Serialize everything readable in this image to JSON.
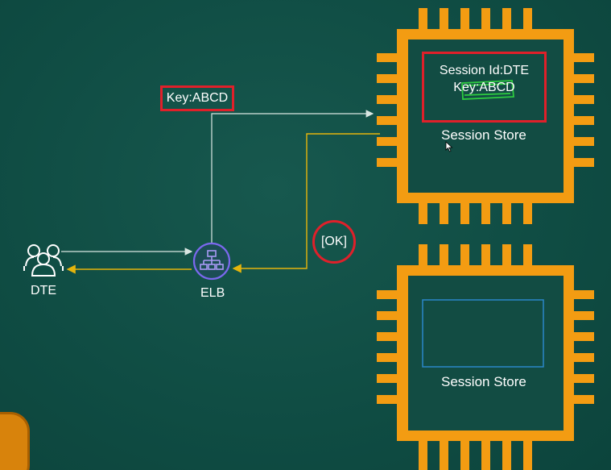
{
  "diagram": {
    "users_label": "DTE",
    "elb_label": "ELB",
    "key_label": "Key:ABCD",
    "ok_label": "[OK]",
    "store_top": {
      "session_line": "Session Id:DTE",
      "key_line": "Key:ABCD",
      "label": "Session Store"
    },
    "store_bottom": {
      "label": "Session Store"
    }
  },
  "colors": {
    "background": "#0f4f45",
    "chip": "#f39c12",
    "highlight": "#e0202a",
    "arrow_yellow": "#e5b40c",
    "arrow_white": "#d9e6e2",
    "elb": "#6e5ad8",
    "scribble": "#2ecc40",
    "placeholder_box": "#2a86c9"
  },
  "icons": [
    "users-icon",
    "load-balancer-icon",
    "chip-icon",
    "cursor-icon"
  ]
}
